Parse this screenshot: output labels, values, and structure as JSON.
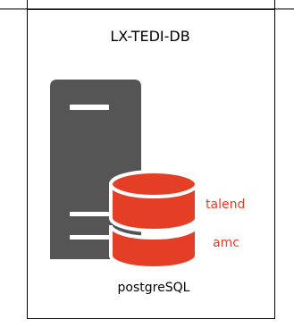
{
  "diagram": {
    "title": "LX-TEDI-DB",
    "engine_label": "postgreSQL",
    "databases": [
      {
        "name": "talend"
      },
      {
        "name": "amc"
      }
    ],
    "icons": {
      "server": "server-icon",
      "database": "database-cylinder-icon"
    },
    "colors": {
      "server": "#555555",
      "database": "#e53e26",
      "database_label": "#e53e26",
      "border": "#000000",
      "background": "#ffffff"
    }
  }
}
